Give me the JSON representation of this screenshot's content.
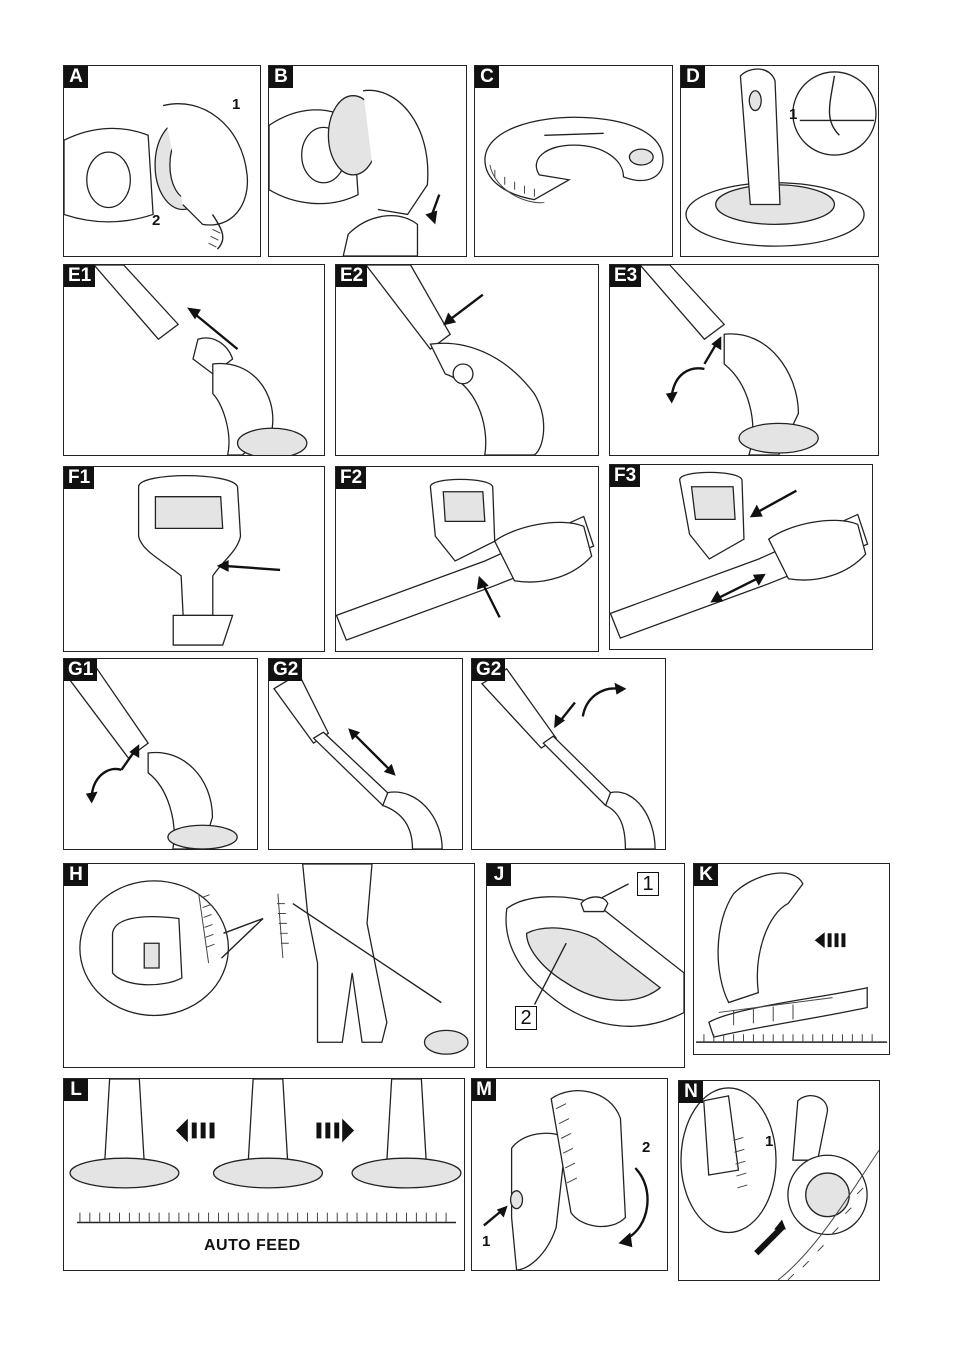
{
  "panels": {
    "A": {
      "label": "A",
      "callouts": [
        "1",
        "2"
      ]
    },
    "B": {
      "label": "B"
    },
    "C": {
      "label": "C"
    },
    "D": {
      "label": "D",
      "callouts": [
        "1"
      ]
    },
    "E1": {
      "label": "E1"
    },
    "E2": {
      "label": "E2"
    },
    "E3": {
      "label": "E3"
    },
    "F1": {
      "label": "F1"
    },
    "F2": {
      "label": "F2"
    },
    "F3": {
      "label": "F3"
    },
    "G1": {
      "label": "G1"
    },
    "G2a": {
      "label": "G2"
    },
    "G2b": {
      "label": "G2"
    },
    "H": {
      "label": "H"
    },
    "J": {
      "label": "J",
      "callouts": [
        "1",
        "2"
      ]
    },
    "K": {
      "label": "K"
    },
    "L": {
      "label": "L",
      "caption": "AUTO FEED"
    },
    "M": {
      "label": "M",
      "callouts": [
        "2",
        "1"
      ]
    },
    "N": {
      "label": "N",
      "callouts": [
        "1"
      ]
    }
  },
  "icons": [
    "line-arrow",
    "double-arrow",
    "curved-arrow",
    "triple-bar-arrow"
  ]
}
